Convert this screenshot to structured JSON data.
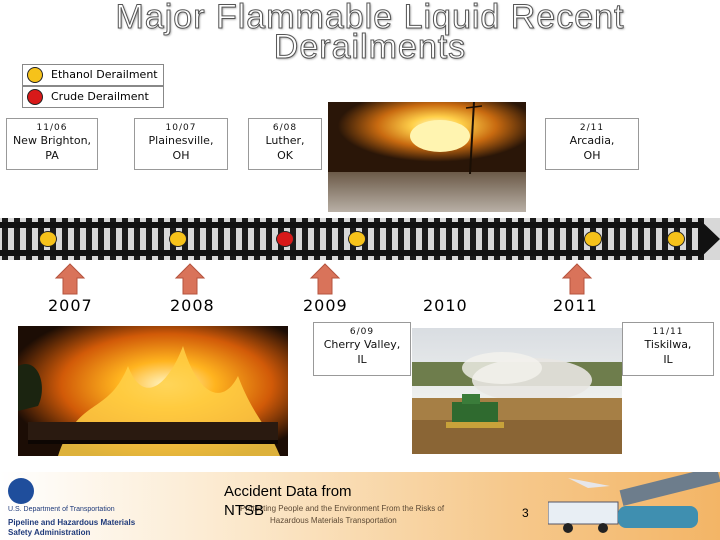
{
  "title": "Major Flammable Liquid Recent Derailments",
  "legend": {
    "ethanol": {
      "label": "Ethanol Derailment",
      "color": "#f6c21a"
    },
    "crude": {
      "label": "Crude Derailment",
      "color": "#d81919"
    }
  },
  "events_top": [
    {
      "date": "11/06",
      "place": "New Brighton,",
      "state": "PA"
    },
    {
      "date": "10/07",
      "place": "Plainesville,",
      "state": "OH"
    },
    {
      "date": "6/08",
      "place": "Luther,",
      "state": "OK"
    },
    {
      "date": "2/11",
      "place": "Arcadia,",
      "state": "OH"
    }
  ],
  "events_bottom": [
    {
      "date": "6/09",
      "place": "Cherry Valley,",
      "state": "IL"
    },
    {
      "date": "11/11",
      "place": "Tiskilwa,",
      "state": "IL"
    }
  ],
  "years": [
    "2007",
    "2008",
    "2009",
    "2010",
    "2011"
  ],
  "footer": {
    "dot_line": "U.S. Department of Transportation",
    "agency_line1": "Pipeline and Hazardous Materials",
    "agency_line2": "Safety Administration",
    "tagline1": "Protecting People and the Environment From the Risks of",
    "tagline2": "Hazardous Materials Transportation",
    "accident_line1": "Accident Data from",
    "accident_line2": "NTSB",
    "page_number": "3"
  }
}
